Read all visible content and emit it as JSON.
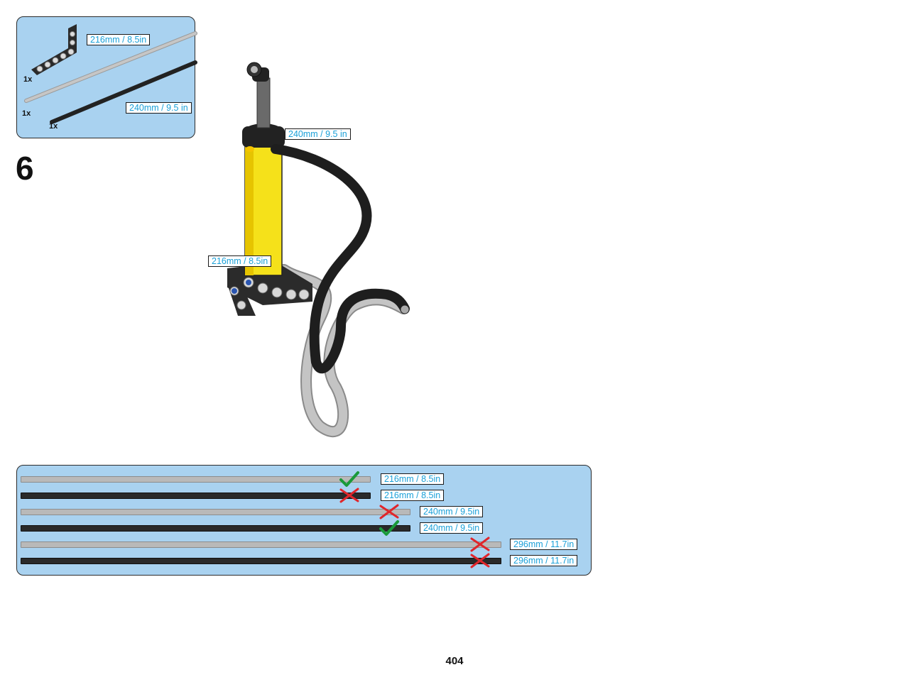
{
  "parts_list": {
    "items": [
      {
        "qty": "1x",
        "name": "beam-icon"
      },
      {
        "qty": "1x",
        "name": "grey-hose-icon",
        "length_label": "216mm / 8.5in"
      },
      {
        "qty": "1x",
        "name": "black-hose-icon",
        "length_label": "240mm / 9.5 in"
      }
    ]
  },
  "step": {
    "number": "6"
  },
  "callouts": {
    "black_hose": "240mm / 9.5 in",
    "grey_hose": "216mm / 8.5in"
  },
  "hose_guide": {
    "rows": [
      {
        "color": "grey",
        "label": "216mm / 8.5in",
        "mark": "check"
      },
      {
        "color": "black",
        "label": "216mm / 8.5in",
        "mark": "cross"
      },
      {
        "color": "grey",
        "label": "240mm / 9.5in",
        "mark": "cross"
      },
      {
        "color": "black",
        "label": "240mm / 9.5in",
        "mark": "check"
      },
      {
        "color": "grey",
        "label": "296mm / 11.7in",
        "mark": "cross"
      },
      {
        "color": "black",
        "label": "296mm / 11.7in",
        "mark": "cross"
      }
    ]
  },
  "colors": {
    "panel": "#a9d2f0",
    "grey_hose": "#b9b9b9",
    "black_hose": "#2a2a2a",
    "label_text": "#1aa0d8",
    "check": "#1a9a3a",
    "cross": "#e0262b",
    "cylinder": "#f5e11a"
  },
  "page": {
    "number": "404"
  }
}
